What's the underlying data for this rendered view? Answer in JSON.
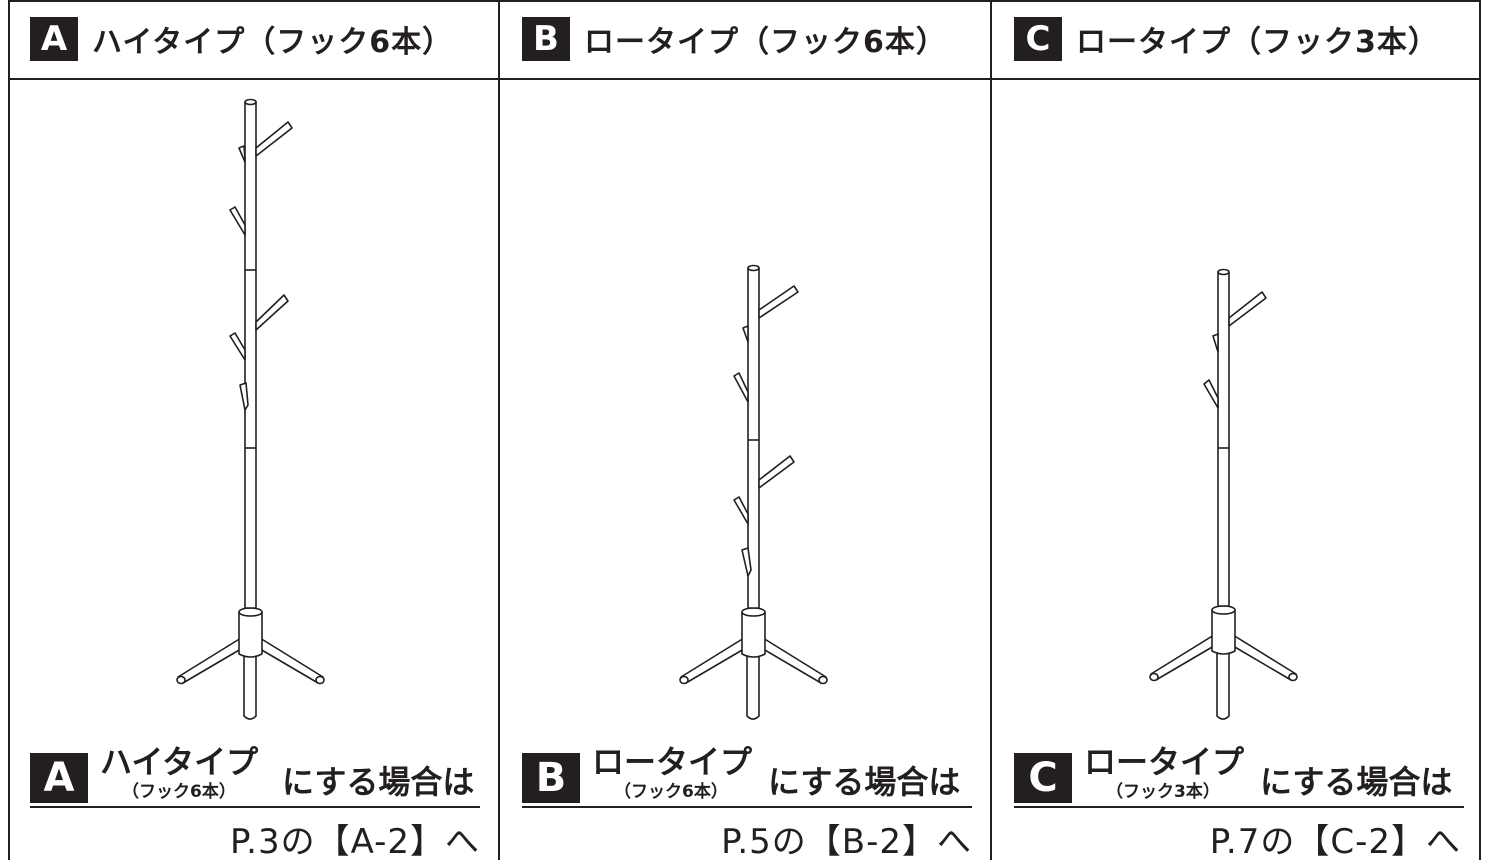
{
  "columns": [
    {
      "letter": "A",
      "header_title": "ハイタイプ（フック6本）",
      "caption_name": "ハイタイプ",
      "caption_sub": "（フック6本）",
      "caption_tail": "にする場合は",
      "reference": "P.3の【A-2】へ",
      "hooks": 6,
      "height": "high"
    },
    {
      "letter": "B",
      "header_title": "ロータイプ（フック6本）",
      "caption_name": "ロータイプ",
      "caption_sub": "（フック6本）",
      "caption_tail": "にする場合は",
      "reference": "P.5の【B-2】へ",
      "hooks": 6,
      "height": "low"
    },
    {
      "letter": "C",
      "header_title": "ロータイプ（フック3本）",
      "caption_name": "ロータイプ",
      "caption_sub": "（フック3本）",
      "caption_tail": "にする場合は",
      "reference": "P.7の【C-2】へ",
      "hooks": 3,
      "height": "low"
    }
  ],
  "colors": {
    "ink": "#231f20",
    "paper": "#ffffff"
  },
  "icons": [
    "coat-rack-illustration"
  ]
}
